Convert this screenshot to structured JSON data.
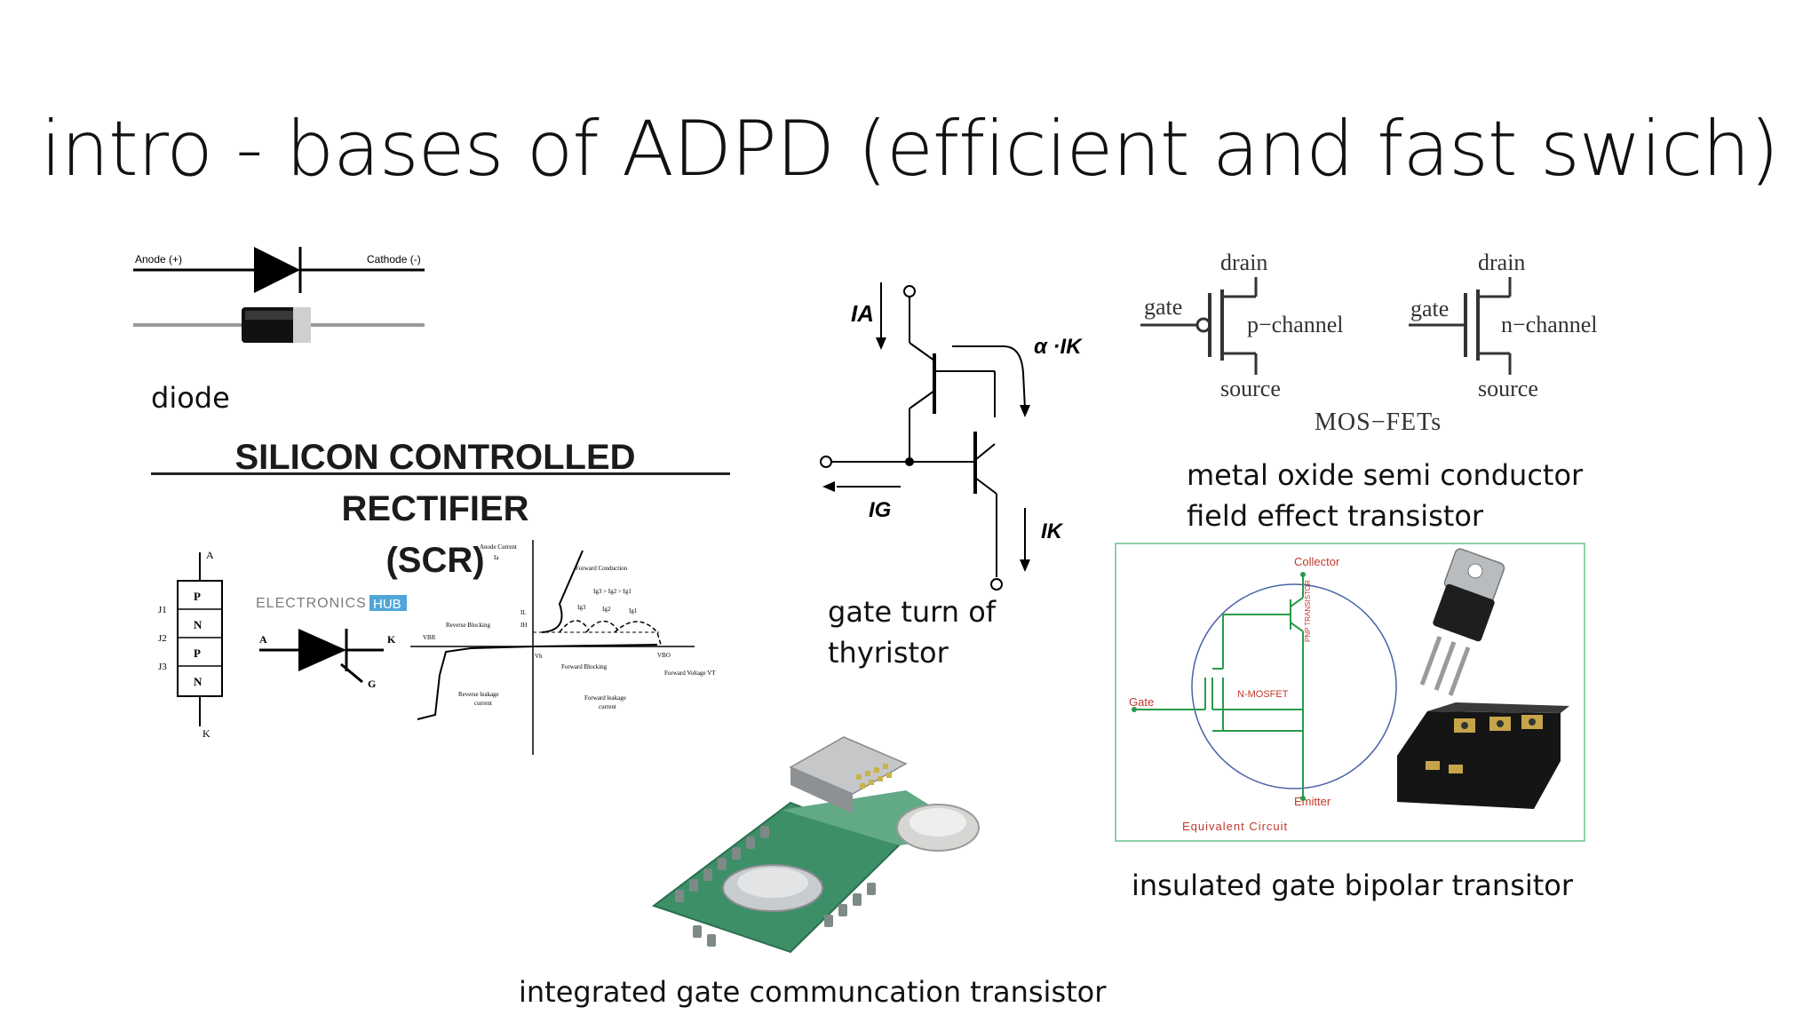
{
  "slide": {
    "title": "intro - bases of ADPD (efficient and fast swich)"
  },
  "diode": {
    "anode_label": "Anode (+)",
    "cathode_label": "Cathode (-)",
    "caption": "diode"
  },
  "scr": {
    "heading_line1": "SILICON CONTROLLED RECTIFIER",
    "heading_line2": "(SCR)",
    "layers": [
      "P",
      "N",
      "P",
      "N"
    ],
    "junctions": [
      "J1",
      "J2",
      "J3"
    ],
    "anode_terminal": "A",
    "cathode_terminal": "K",
    "gate_terminal": "G",
    "watermark": "ELECTRONICS",
    "watermark_badge": "HUB",
    "graph": {
      "y_axis_label_1": "Anode Current",
      "y_axis_label_2": "Ia",
      "forward_conduction": "Forward Conduction",
      "ig_order": "Ig3 > Ig2 > Ig1",
      "ig3": "Ig3",
      "ig2": "Ig2",
      "ig1": "Ig1",
      "il": "IL",
      "ih": "IH",
      "reverse_blocking": "Reverse Blocking",
      "vbr": "VBR",
      "vh": "Vh",
      "vbo": "VBO",
      "forward_blocking": "Forward Blocking",
      "forward_voltage": "Forward Voltage VT",
      "reverse_leakage_1": "Reverse leakage",
      "reverse_leakage_2": "current",
      "forward_leakage_1": "Forward leakage",
      "forward_leakage_2": "current"
    }
  },
  "gto": {
    "ia": "IA",
    "ig": "IG",
    "ik": "IK",
    "alpha_ik": "α ·IK",
    "caption_line1": "gate turn of",
    "caption_line2": "thyristor"
  },
  "mosfet": {
    "drain": "drain",
    "source": "source",
    "gate": "gate",
    "p_channel": "p−channel",
    "n_channel": "n−channel",
    "group_label": "MOS−FETs",
    "caption_line1": "metal oxide semi conductor",
    "caption_line2": "field effect transistor"
  },
  "igbt": {
    "collector": "Collector",
    "gate": "Gate",
    "emitter": "Emitter",
    "nmosfet": "N-MOSFET",
    "pnp": "PNP TRANSISTOR",
    "equivalent": "Equivalent Circuit",
    "caption": "insulated gate bipolar transitor"
  },
  "igct": {
    "caption": "integrated gate communcation transistor"
  }
}
